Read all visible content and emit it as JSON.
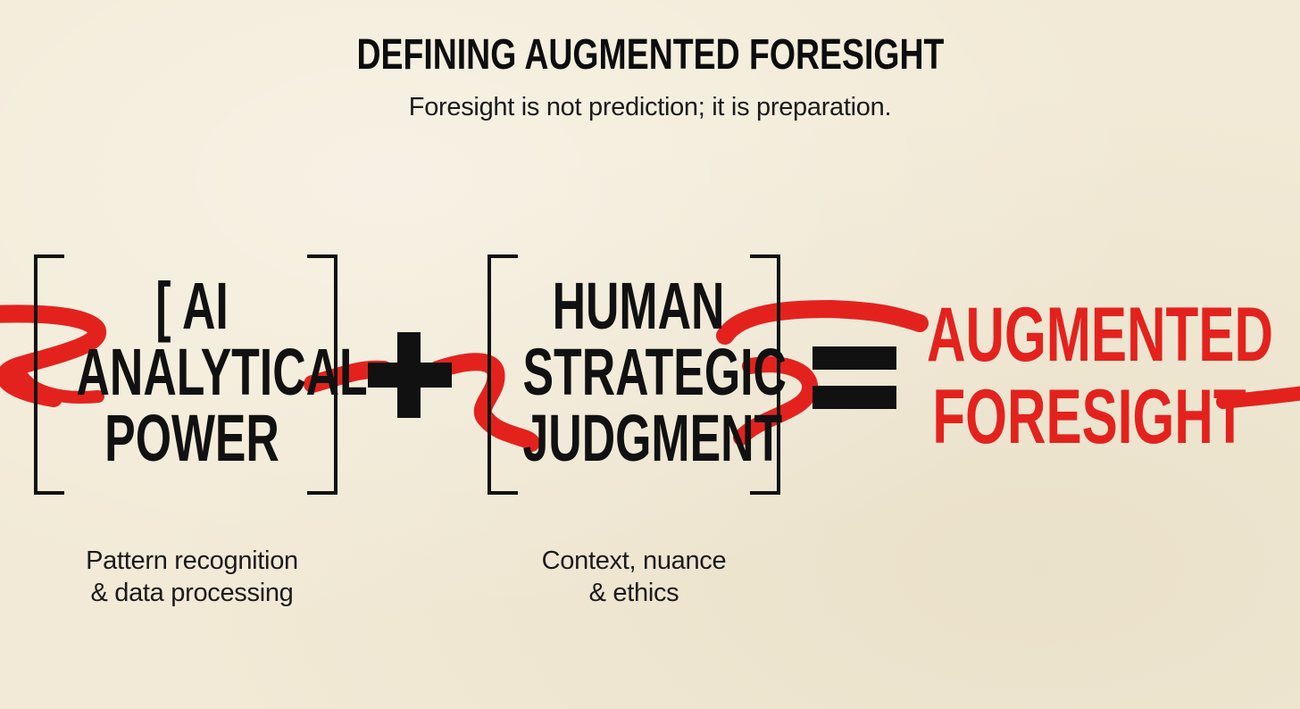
{
  "header": {
    "title": "DEFINING AUGMENTED FORESIGHT",
    "subtitle": "Foresight is not prediction; it is preparation."
  },
  "equation": {
    "left_term": {
      "lines": [
        "[ AI",
        "ANALYTICAL",
        "POWER"
      ],
      "caption_lines": [
        "Pattern recognition",
        "& data processing"
      ]
    },
    "operator_plus": "+",
    "right_term": {
      "lines": [
        "HUMAN",
        "STRATEGIC",
        "JUDGMENT"
      ],
      "caption_lines": [
        "Context, nuance",
        "& ethics"
      ]
    },
    "operator_equals": "=",
    "result": {
      "lines": [
        "AUGMENTED",
        "FORESIGHT"
      ]
    }
  },
  "colors": {
    "background": "#f2ead6",
    "ink": "#111111",
    "accent": "#e3221e"
  }
}
